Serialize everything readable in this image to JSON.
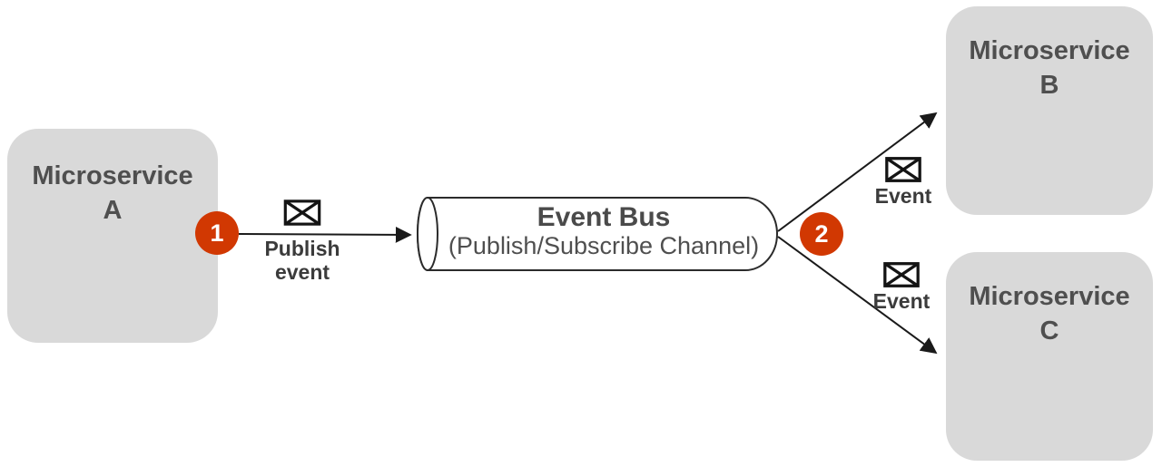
{
  "diagram": {
    "services": {
      "a": {
        "name": "Microservice",
        "id": "A"
      },
      "b": {
        "name": "Microservice",
        "id": "B"
      },
      "c": {
        "name": "Microservice",
        "id": "C"
      }
    },
    "bus": {
      "title": "Event Bus",
      "subtitle": "(Publish/Subscribe Channel)"
    },
    "steps": {
      "one": "1",
      "two": "2"
    },
    "edges": {
      "publish": "Publish event",
      "to_b": "Event",
      "to_c": "Event"
    },
    "icons": {
      "message": "envelope"
    },
    "colors": {
      "node_fill": "#d9d9d9",
      "node_text": "#4f4f4f",
      "step_badge": "#d13802",
      "badge_text": "#ffffff",
      "line": "#1a1a1a",
      "bus_fill": "#ffffff",
      "bus_stroke": "#2b2b2b"
    }
  }
}
